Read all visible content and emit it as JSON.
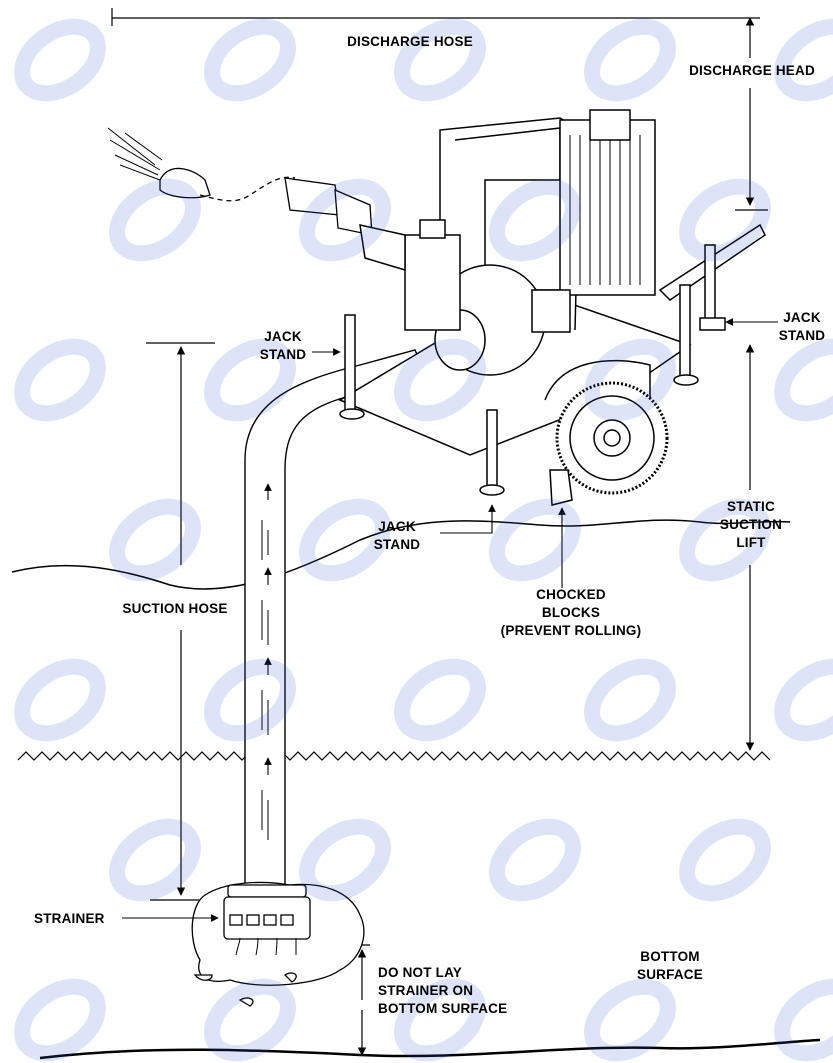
{
  "labels": {
    "discharge_hose": "DISCHARGE HOSE",
    "discharge_head": "DISCHARGE HEAD",
    "jack_stand_left": "JACK\nSTAND",
    "jack_stand_right": "JACK\nSTAND",
    "jack_stand_bottom": "JACK\nSTAND",
    "static_suction_lift": "STATIC\nSUCTION\nLIFT",
    "suction_hose": "SUCTION HOSE",
    "chocked_blocks": "CHOCKED\nBLOCKS\n(PREVENT ROLLING)",
    "strainer": "STRAINER",
    "do_not_lay": "DO NOT LAY\nSTRAINER ON\nBOTTOM SURFACE",
    "bottom_surface": "BOTTOM\nSURFACE"
  },
  "colors": {
    "ink": "#000000",
    "watermark": "#3b5bd6"
  },
  "icons": [
    "pump-trailer-illustration",
    "spray-nozzle-icon",
    "strainer-icon"
  ]
}
